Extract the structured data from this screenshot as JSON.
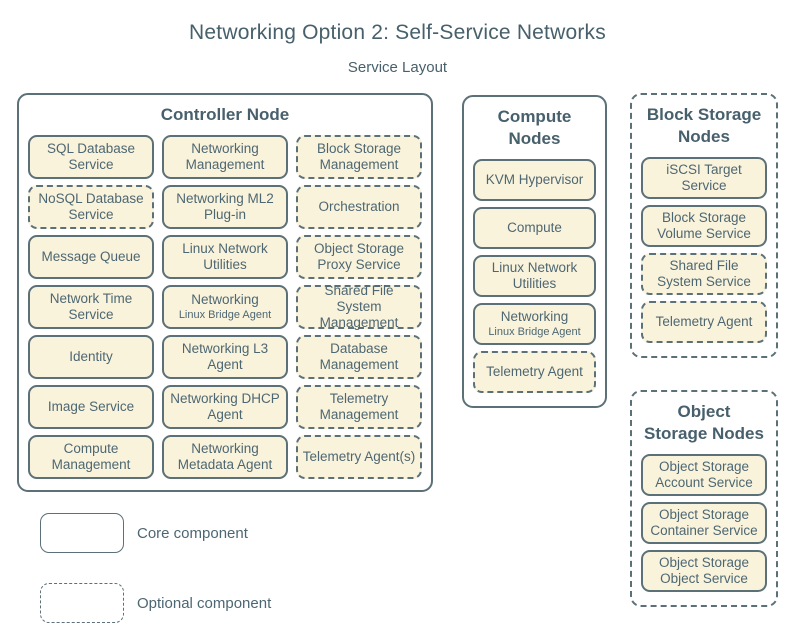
{
  "title": "Networking Option 2: Self-Service Networks",
  "subtitle": "Service Layout",
  "colors": {
    "background": "#ffffff",
    "box_fill": "#faf3dc",
    "line": "#5c7078",
    "box_text": "#4d6772",
    "heading_text": "#47606c"
  },
  "legend": {
    "items": [
      {
        "style": "solid",
        "label": "Core component"
      },
      {
        "style": "dashed",
        "label": "Optional component"
      }
    ]
  },
  "containers": [
    {
      "id": "controller",
      "title_lines": [
        "Controller Node"
      ],
      "style": "solid",
      "boxes": [
        {
          "label": "SQL Database Service",
          "style": "solid"
        },
        {
          "label": "Networking Management",
          "style": "solid"
        },
        {
          "label": "Block Storage Management",
          "style": "dashed"
        },
        {
          "label": "NoSQL Database Service",
          "style": "dashed"
        },
        {
          "label": "Networking ML2 Plug-in",
          "style": "solid"
        },
        {
          "label": "Orchestration",
          "style": "dashed"
        },
        {
          "label": "Message Queue",
          "style": "solid"
        },
        {
          "label": "Linux Network Utilities",
          "style": "solid"
        },
        {
          "label": "Object Storage Proxy Service",
          "style": "dashed"
        },
        {
          "label": "Network Time Service",
          "style": "solid"
        },
        {
          "label": "Networking",
          "sublabel": "Linux Bridge Agent",
          "style": "solid"
        },
        {
          "label": "Shared File System Management",
          "style": "dashed"
        },
        {
          "label": "Identity",
          "style": "solid"
        },
        {
          "label": "Networking L3 Agent",
          "style": "solid"
        },
        {
          "label": "Database Management",
          "style": "dashed"
        },
        {
          "label": "Image Service",
          "style": "solid"
        },
        {
          "label": "Networking DHCP Agent",
          "style": "solid"
        },
        {
          "label": "Telemetry Management",
          "style": "dashed"
        },
        {
          "label": "Compute Management",
          "style": "solid"
        },
        {
          "label": "Networking Metadata Agent",
          "style": "solid"
        },
        {
          "label": "Telemetry Agent(s)",
          "style": "dashed"
        }
      ]
    },
    {
      "id": "compute",
      "title_lines": [
        "Compute",
        "Nodes"
      ],
      "style": "solid",
      "boxes": [
        {
          "label": "KVM Hypervisor",
          "style": "solid"
        },
        {
          "label": "Compute",
          "style": "solid"
        },
        {
          "label": "Linux Network Utilities",
          "style": "solid"
        },
        {
          "label": "Networking",
          "sublabel": "Linux Bridge Agent",
          "style": "solid"
        },
        {
          "label": "Telemetry Agent",
          "style": "dashed"
        }
      ]
    },
    {
      "id": "block",
      "title_lines": [
        "Block Storage",
        "Nodes"
      ],
      "style": "dashed",
      "boxes": [
        {
          "label": "iSCSI Target Service",
          "style": "solid"
        },
        {
          "label": "Block Storage Volume Service",
          "style": "solid"
        },
        {
          "label": "Shared File System Service",
          "style": "dashed"
        },
        {
          "label": "Telemetry Agent",
          "style": "dashed"
        }
      ]
    },
    {
      "id": "object",
      "title_lines": [
        "Object",
        "Storage Nodes"
      ],
      "style": "dashed",
      "boxes": [
        {
          "label": "Object Storage Account Service",
          "style": "solid"
        },
        {
          "label": "Object Storage Container Service",
          "style": "solid"
        },
        {
          "label": "Object Storage Object Service",
          "style": "solid"
        }
      ]
    }
  ]
}
